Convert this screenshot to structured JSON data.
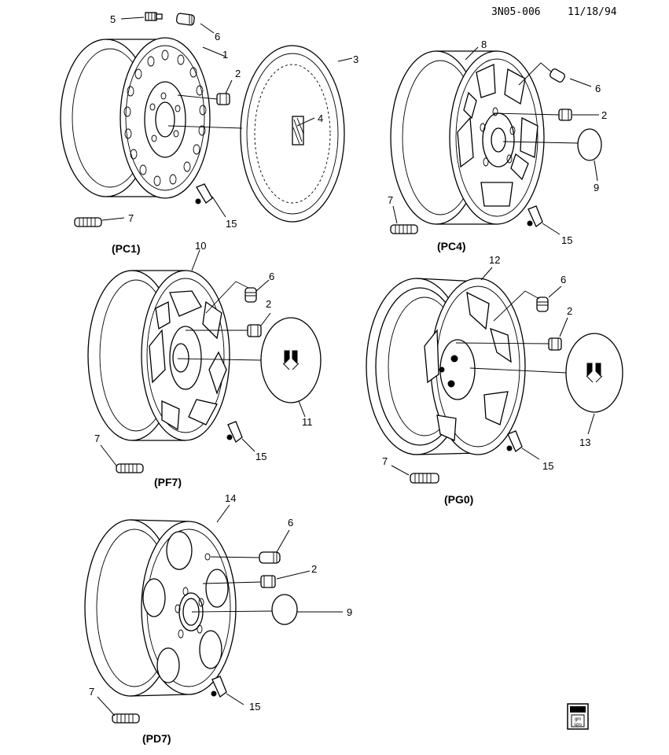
{
  "header": {
    "code": "3N05-006",
    "date": "11/18/94"
  },
  "captions": {
    "pc1": "(PC1)",
    "pc4": "(PC4)",
    "pf7": "(PF7)",
    "pg0": "(PG0)",
    "pd7": "(PD7)"
  },
  "callouts": {
    "pc1": [
      "5",
      "6",
      "1",
      "2",
      "3",
      "4",
      "7",
      "15"
    ],
    "pc4": [
      "8",
      "6",
      "2",
      "9",
      "7",
      "15"
    ],
    "pf7": [
      "10",
      "6",
      "2",
      "11",
      "7",
      "15"
    ],
    "pg0": [
      "12",
      "6",
      "2",
      "13",
      "7",
      "15"
    ],
    "pd7": [
      "14",
      "6",
      "2",
      "9",
      "7",
      "15"
    ]
  },
  "badge": {
    "top": "gm",
    "bottom": "spo"
  }
}
